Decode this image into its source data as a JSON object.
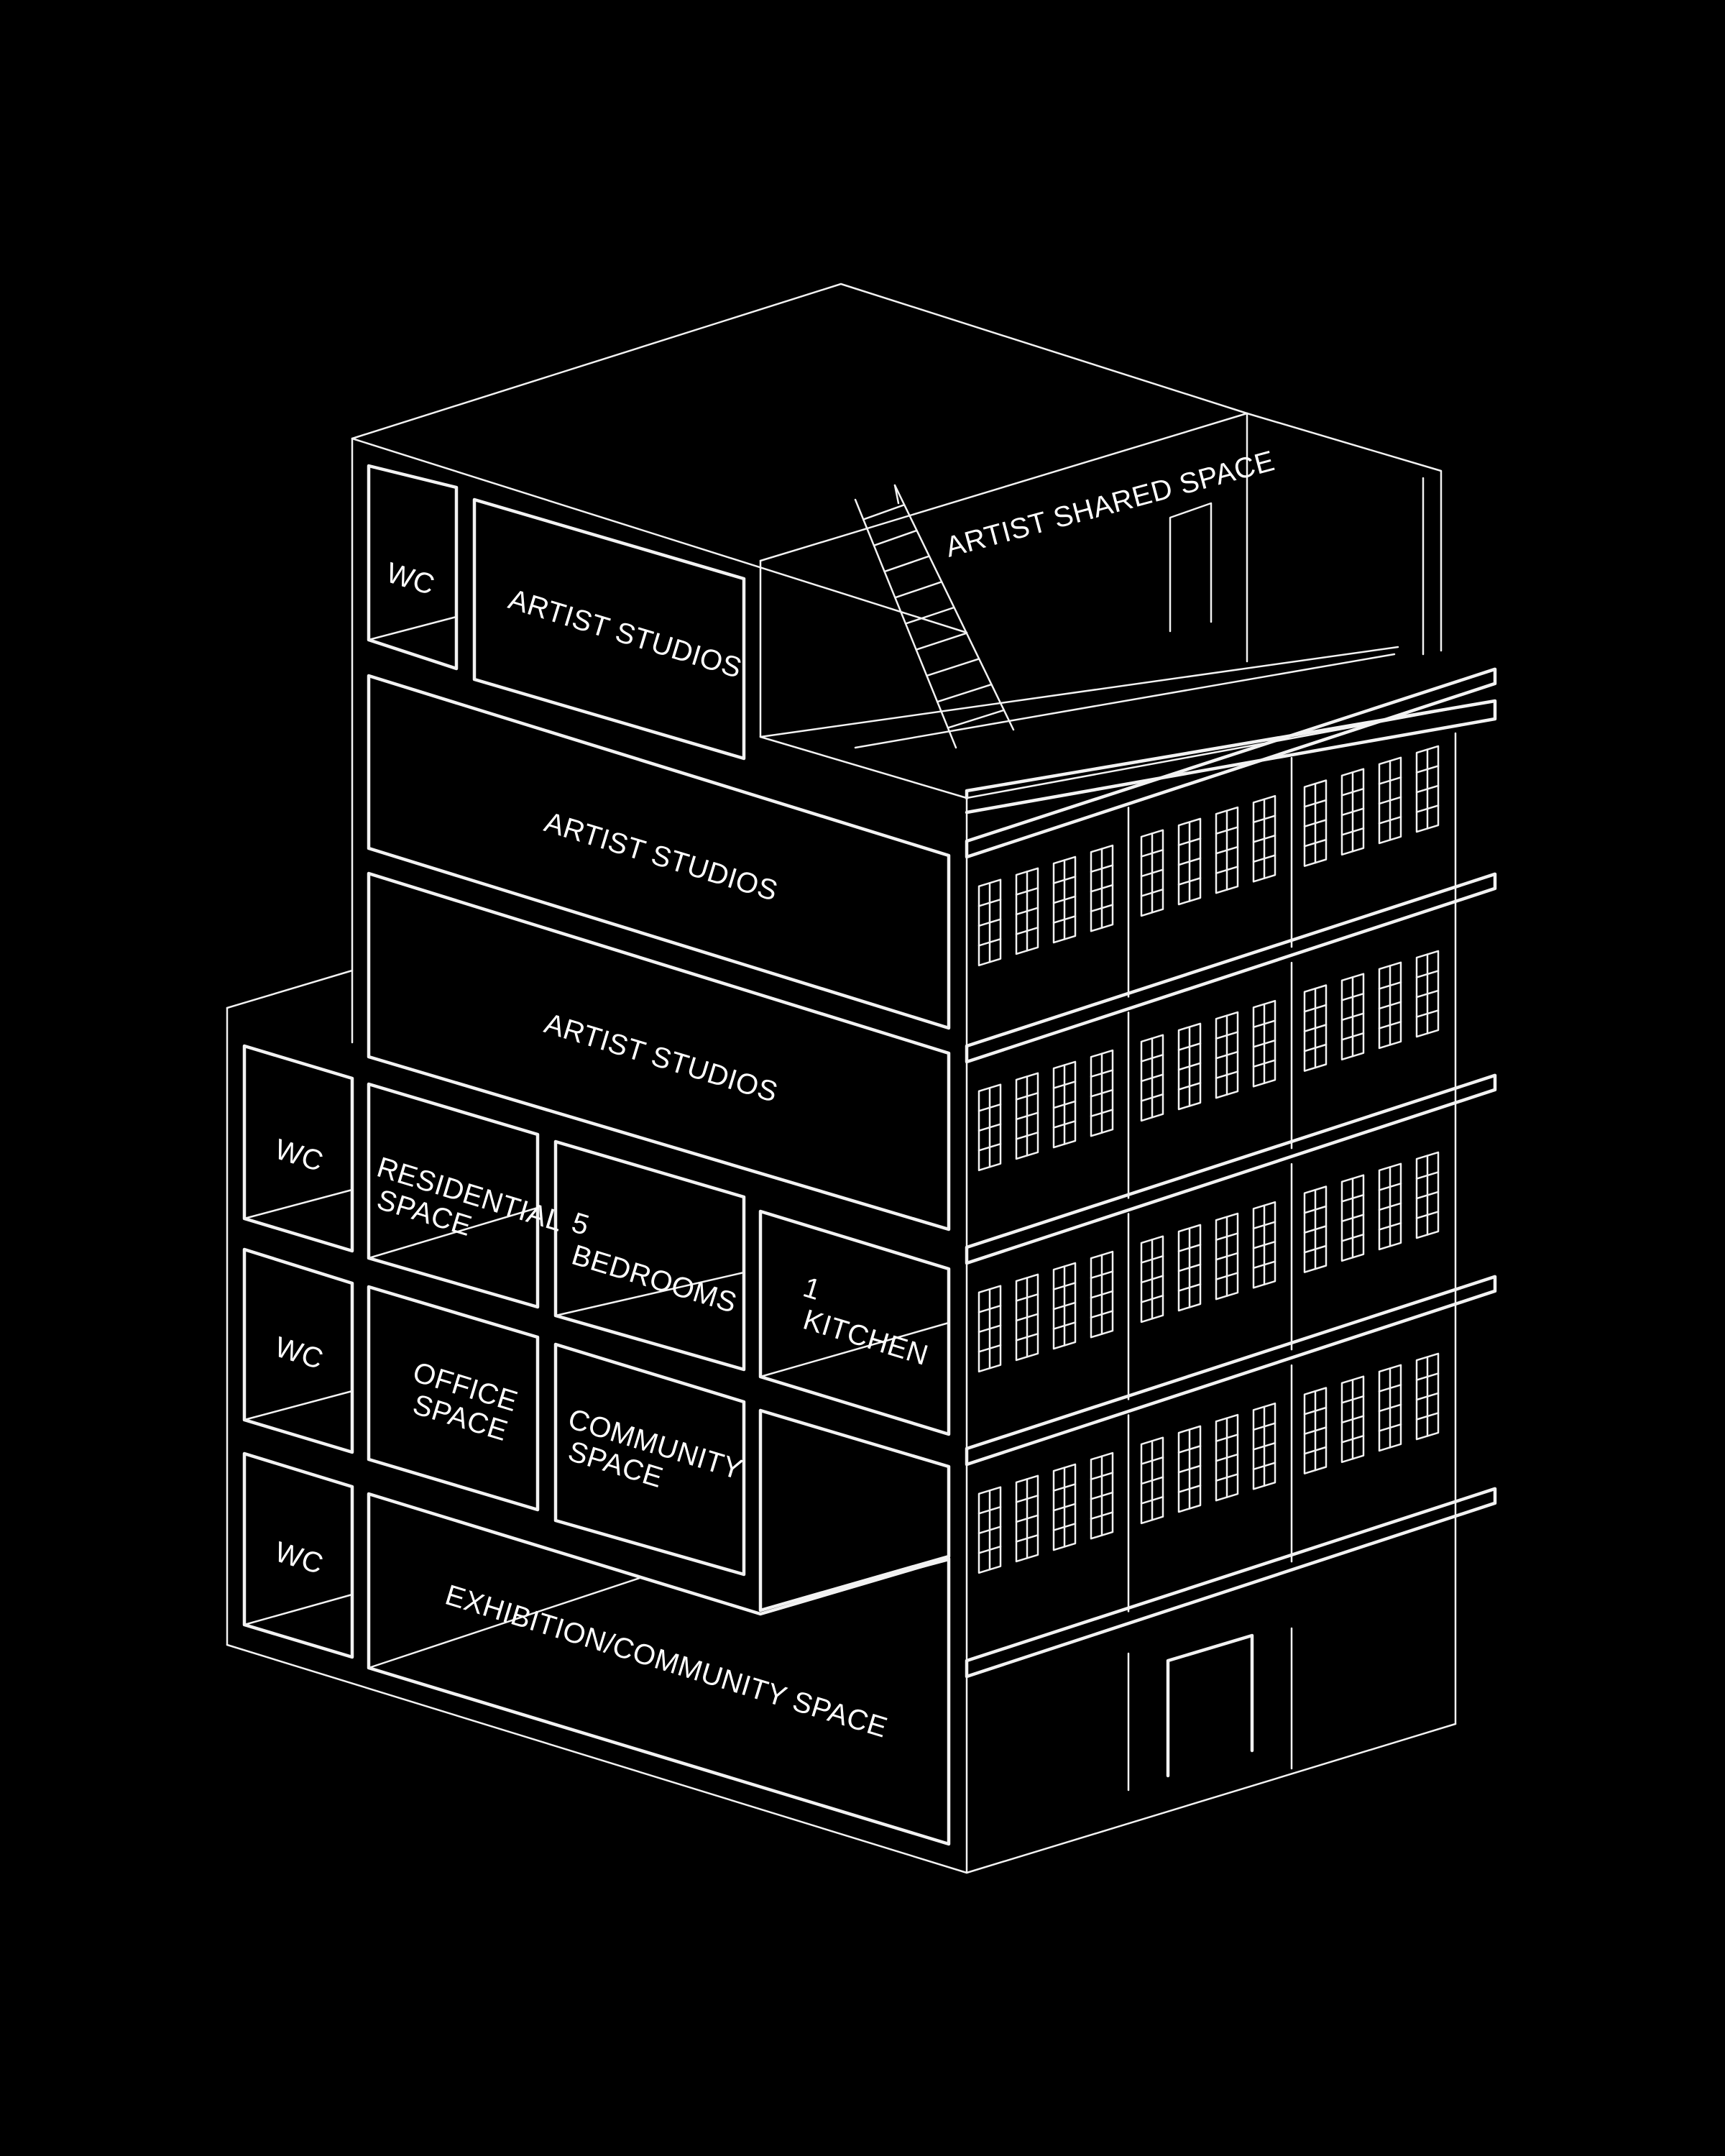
{
  "colors": {
    "background": "#000000",
    "line": "#f2f2f2",
    "text": "#ffffff"
  },
  "labels": {
    "artist_shared_space": "ARTIST SHARED SPACE",
    "wc_top": "WC",
    "artist_studios_top": "ARTIST STUDIOS",
    "artist_studios_upper": "ARTIST STUDIOS",
    "artist_studios_lower": "ARTIST STUDIOS",
    "wc_3": "WC",
    "residential_space_1": "RESIDENTIAL",
    "residential_space_2": "SPACE",
    "bedrooms_count": "5",
    "bedrooms": "BEDROOMS",
    "kitchen_count": "1",
    "kitchen": "KITCHEN",
    "wc_2": "WC",
    "office_space_1": "OFFICE",
    "office_space_2": "SPACE",
    "community_space_1": "COMMUNITY",
    "community_space_2": "SPACE",
    "wc_1": "WC",
    "exhibition_community_space": "EXHIBITION/COMMUNITY SPACE"
  }
}
